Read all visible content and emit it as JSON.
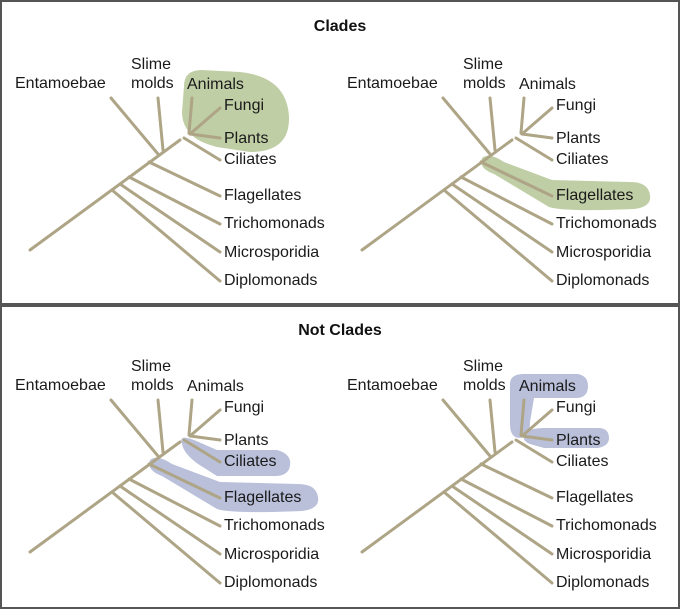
{
  "colors": {
    "branch": "#aea486",
    "clade_highlight": "#b9c99c",
    "not_clade_highlight": "#b3b9d6",
    "border": "#555555"
  },
  "taxa": [
    "Entamoebae",
    "Slime molds",
    "Animals",
    "Fungi",
    "Plants",
    "Ciliates",
    "Flagellates",
    "Trichomonads",
    "Microsporidia",
    "Diplomonads"
  ],
  "panels": [
    {
      "title": "Clades",
      "diagrams": [
        {
          "highlight_type": "clade",
          "highlighted_groups": [
            [
              "Animals",
              "Fungi",
              "Plants"
            ]
          ]
        },
        {
          "highlight_type": "clade",
          "highlighted_groups": [
            [
              "Flagellates"
            ]
          ]
        }
      ]
    },
    {
      "title": "Not Clades",
      "diagrams": [
        {
          "highlight_type": "not_clade",
          "highlighted_groups": [
            [
              "Ciliates"
            ],
            [
              "Flagellates"
            ]
          ]
        },
        {
          "highlight_type": "not_clade",
          "highlighted_groups": [
            [
              "Animals"
            ],
            [
              "Plants"
            ]
          ]
        }
      ]
    }
  ],
  "labels": {
    "entamoebae": "Entamoebae",
    "slime": "Slime",
    "molds": "molds",
    "animals": "Animals",
    "fungi": "Fungi",
    "plants": "Plants",
    "ciliates": "Ciliates",
    "flagellates": "Flagellates",
    "trichomonads": "Trichomonads",
    "microsporidia": "Microsporidia",
    "diplomonads": "Diplomonads"
  }
}
